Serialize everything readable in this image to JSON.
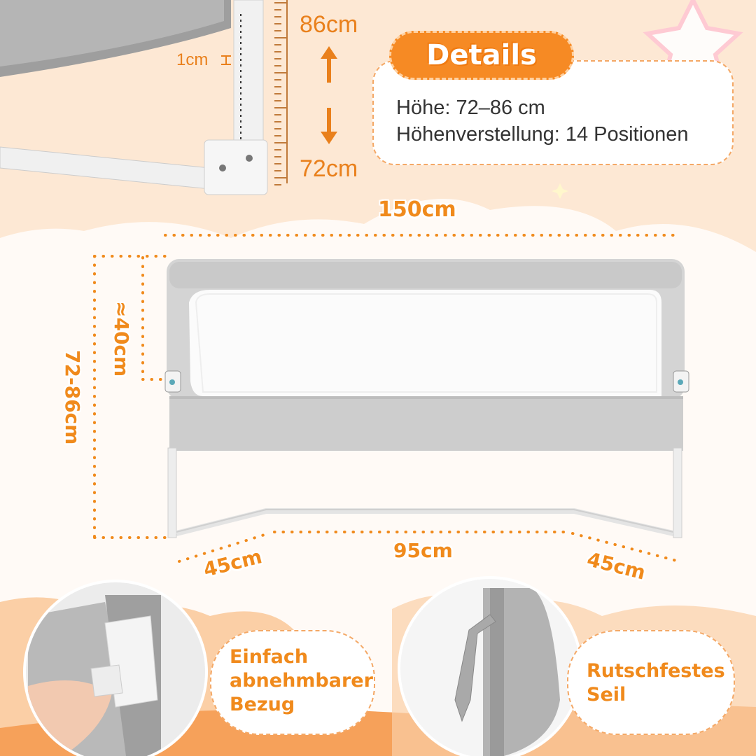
{
  "colors": {
    "accent": "#f68a24",
    "fabric": "#c8c8c8",
    "frame": "#e9e9e9",
    "background": "#fde9d6"
  },
  "top_scale": {
    "max_label": "86cm",
    "min_label": "72cm",
    "step_label": "1cm"
  },
  "details": {
    "title": "Details",
    "line1": "Höhe: 72–86 cm",
    "line2": "Höhenverstellung: 14 Positionen"
  },
  "dimensions": {
    "width": "150cm",
    "mesh_height": "≈40cm",
    "total_height": "72-86cm",
    "left_leg": "45cm",
    "center": "95cm",
    "right_leg": "45cm"
  },
  "features": [
    {
      "line1": "Einfach",
      "line2": "abnehmbarer",
      "line3": "Bezug"
    },
    {
      "line1": "Rutschfestes",
      "line2": "Seil"
    }
  ]
}
